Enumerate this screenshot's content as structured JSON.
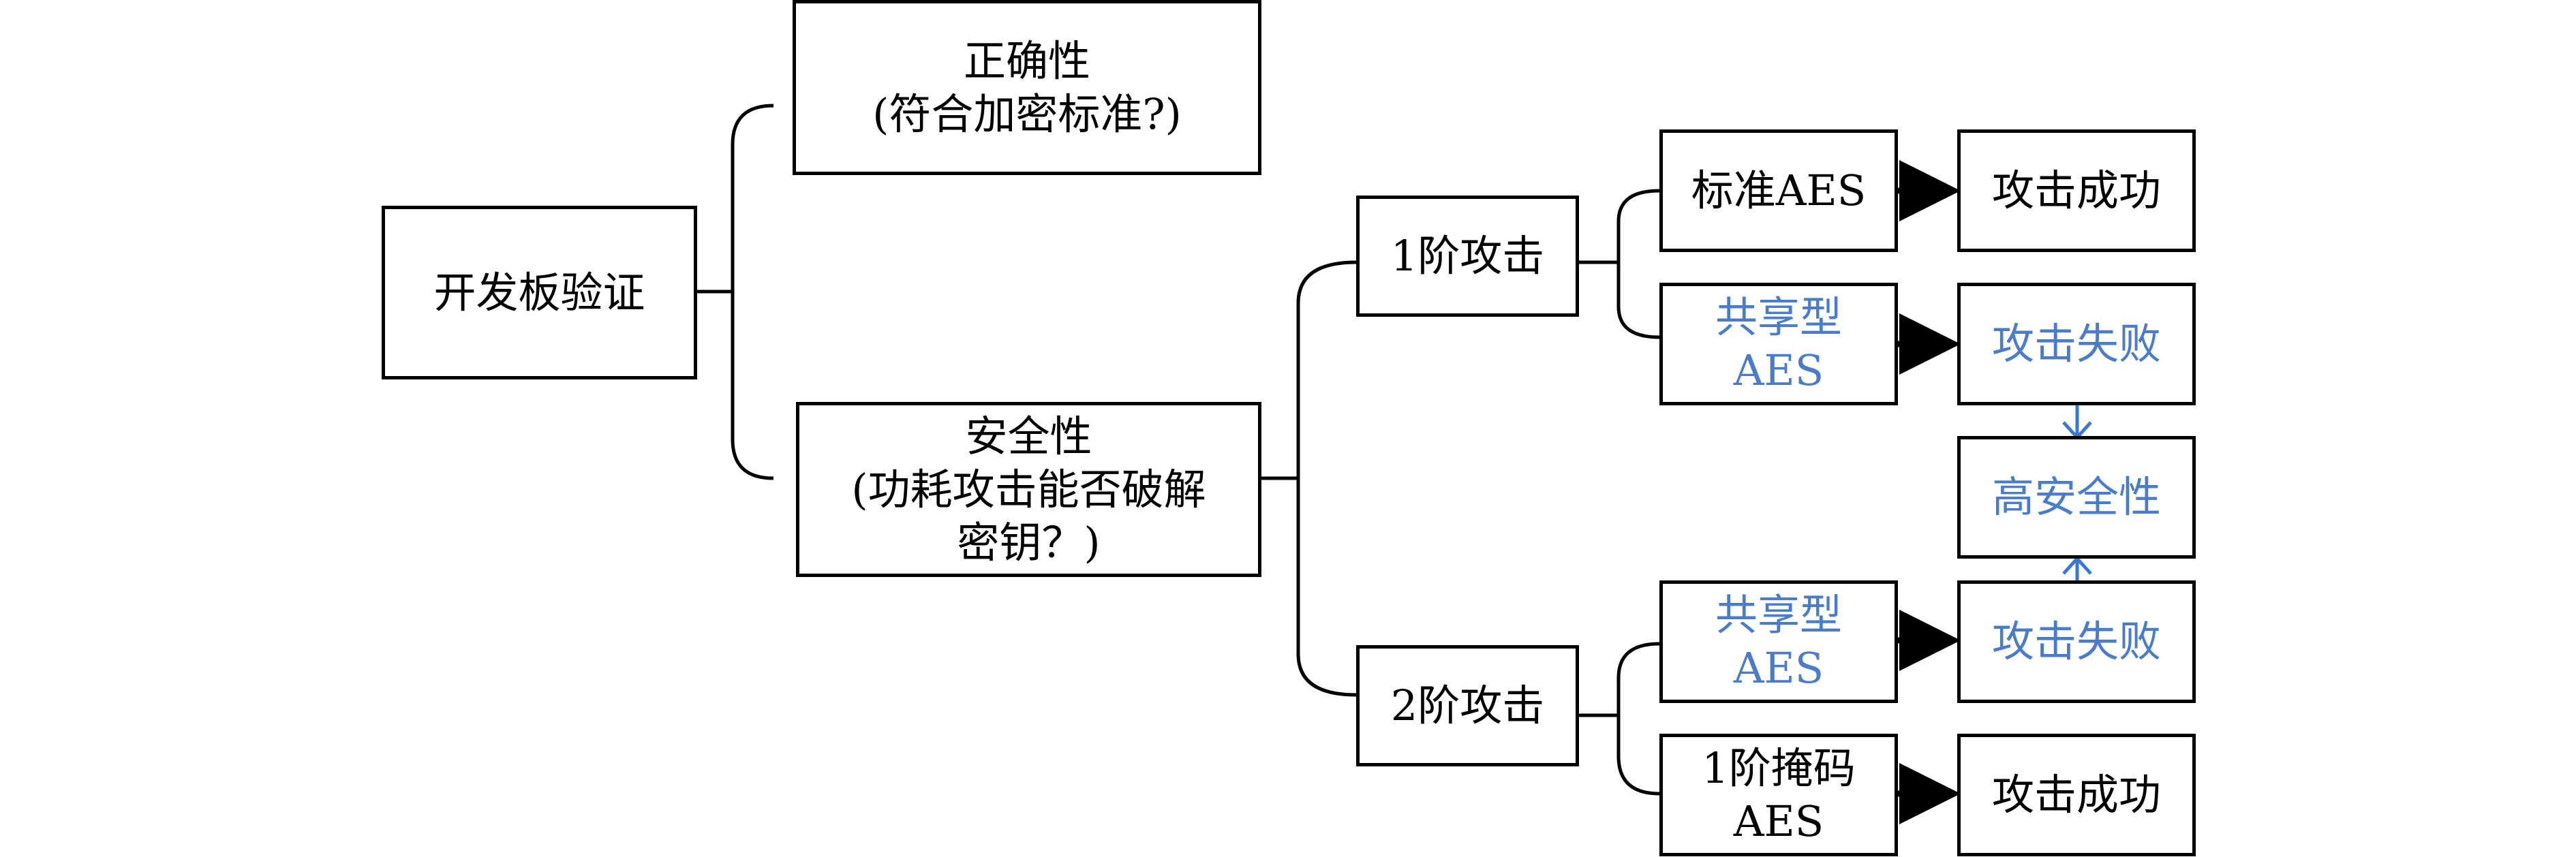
{
  "nodes": {
    "root": {
      "line1": "开发板验证"
    },
    "correctness": {
      "line1": "正确性",
      "line2": "(符合加密标准?)"
    },
    "security": {
      "line1": "安全性",
      "line2": "(功耗攻击能否破解",
      "line3": "密钥？)"
    },
    "attack1": {
      "line1": "1阶攻击"
    },
    "attack2": {
      "line1": "2阶攻击"
    },
    "std_aes": {
      "line1": "标准AES"
    },
    "shared_aes_1": {
      "line1": "共享型",
      "line2": "AES"
    },
    "shared_aes_2": {
      "line1": "共享型",
      "line2": "AES"
    },
    "mask_aes": {
      "line1": "1阶掩码",
      "line2": "AES"
    },
    "result_success_1": {
      "line1": "攻击成功"
    },
    "result_fail_1": {
      "line1": "攻击失败"
    },
    "high_security": {
      "line1": "高安全性"
    },
    "result_fail_2": {
      "line1": "攻击失败"
    },
    "result_success_2": {
      "line1": "攻击成功"
    }
  },
  "colors": {
    "line": "#000000",
    "highlight_text": "#4a7cc9",
    "highlight_arrow": "#3a78d0"
  }
}
